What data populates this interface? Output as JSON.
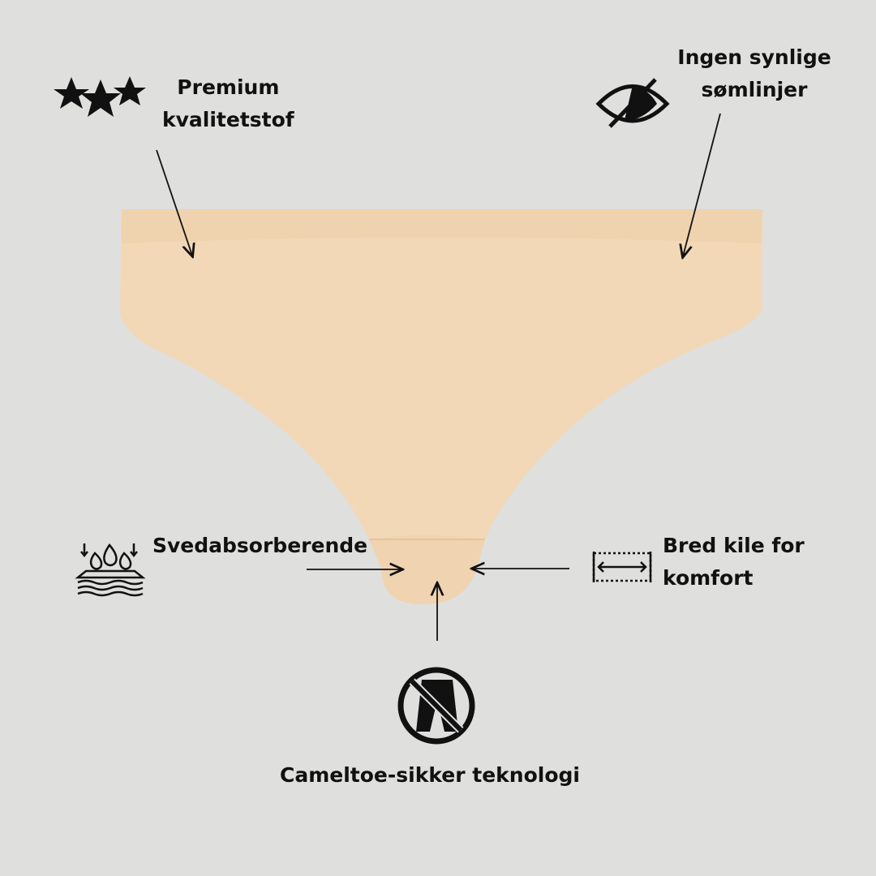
{
  "features": {
    "premium": {
      "line1": "Premium",
      "line2": "kvalitetstof",
      "icon": "three-stars-icon"
    },
    "seamless": {
      "line1": "Ingen synlige",
      "line2": "sømlinjer",
      "icon": "eye-slash-icon"
    },
    "sweat": {
      "label": "Svedabsorberende",
      "icon": "water-absorb-icon"
    },
    "gusset": {
      "line1": "Bred kile for",
      "line2": "komfort",
      "icon": "width-arrows-icon"
    },
    "cameltoe": {
      "label": "Cameltoe-sikker teknologi",
      "icon": "no-cameltoe-icon"
    }
  },
  "colors": {
    "background": "#dfdfde",
    "product": "#f1d8b8",
    "ink": "#111111"
  }
}
